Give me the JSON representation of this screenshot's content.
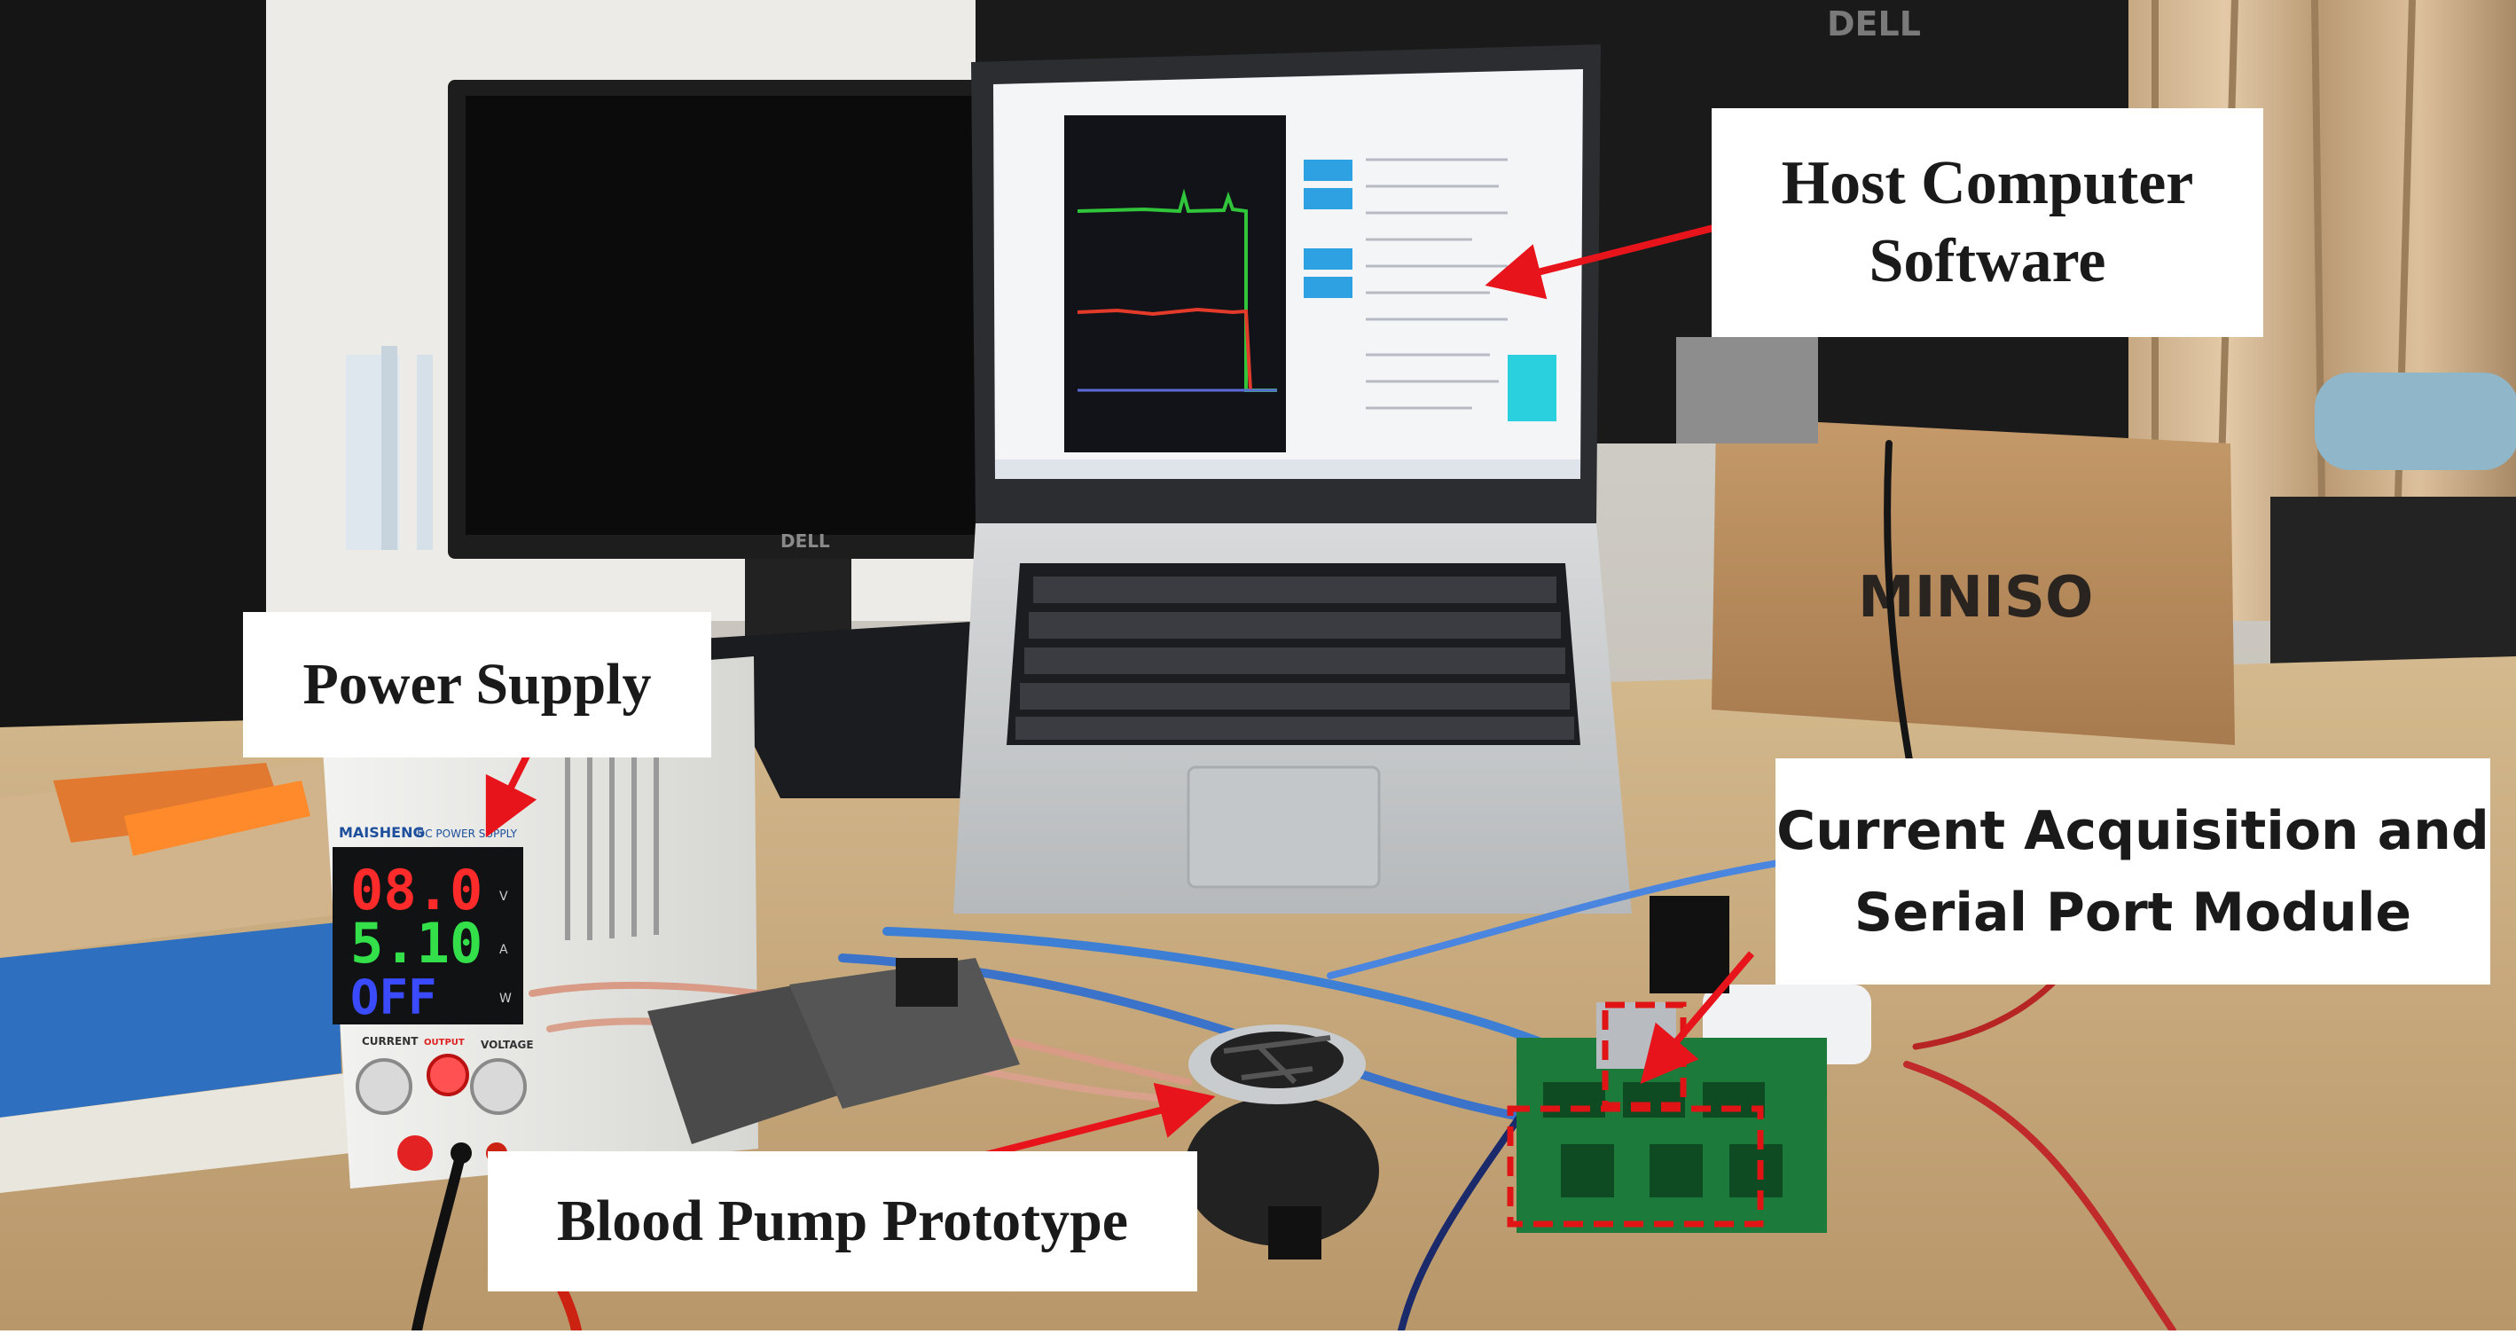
{
  "labels": {
    "host_computer_software": [
      "Host Computer",
      "Software"
    ],
    "power_supply": "Power Supply",
    "current_acquisition": [
      "Current Acquisition and",
      "Serial Port Module"
    ],
    "blood_pump_prototype": "Blood Pump Prototype"
  },
  "brands": {
    "monitor_left": "DELL",
    "monitor_back": "DELL",
    "box": "MINISO",
    "psu": "MAISHENG",
    "psu_subtitle": "DC POWER SUPPLY"
  },
  "power_supply_display": {
    "voltage": "08.0",
    "current": "5.10",
    "power": "OFF",
    "unit_v": "V",
    "unit_a": "A",
    "unit_w": "W",
    "knob_current": "CURRENT",
    "knob_voltage": "VOLTAGE",
    "output_label": "OUTPUT"
  },
  "colors": {
    "annotation_arrow": "#e8141b",
    "highlight_dash": "#e01414",
    "lcd_voltage": "#ff2a2a",
    "lcd_current": "#33e04a",
    "lcd_power": "#3a4bff",
    "pcb": "#1c7a3a",
    "desk": "#c9ab7e"
  }
}
